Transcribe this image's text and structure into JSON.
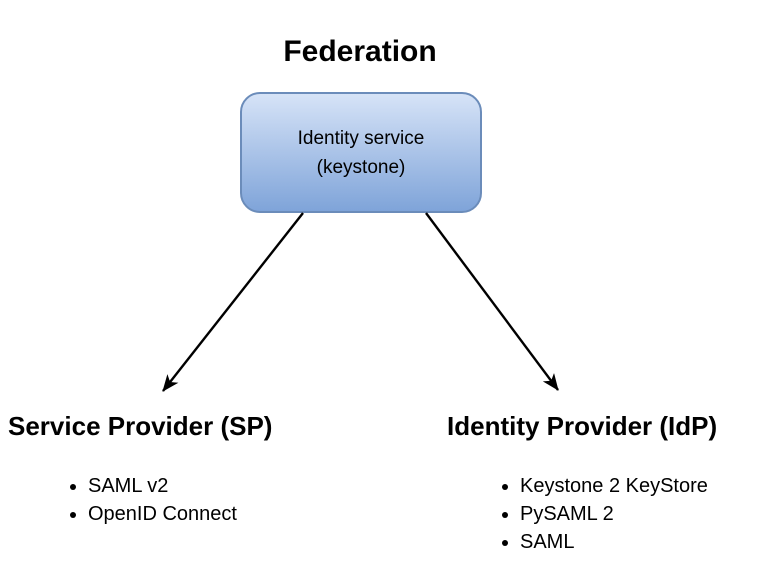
{
  "title": "Federation",
  "node": {
    "line1": "Identity service",
    "line2": "(keystone)",
    "colors": {
      "fill_top": "#d6e3f7",
      "fill_bottom": "#7fa4d9",
      "border": "#6b8cba"
    }
  },
  "sp": {
    "heading": "Service Provider (SP)",
    "items": [
      "SAML v2",
      "OpenID Connect"
    ]
  },
  "idp": {
    "heading": "Identity Provider (IdP)",
    "items": [
      "Keystone 2 KeyStore",
      "PySAML 2",
      "SAML"
    ]
  },
  "colors": {
    "text": "#000000",
    "arrow": "#000000",
    "background": "#ffffff"
  }
}
